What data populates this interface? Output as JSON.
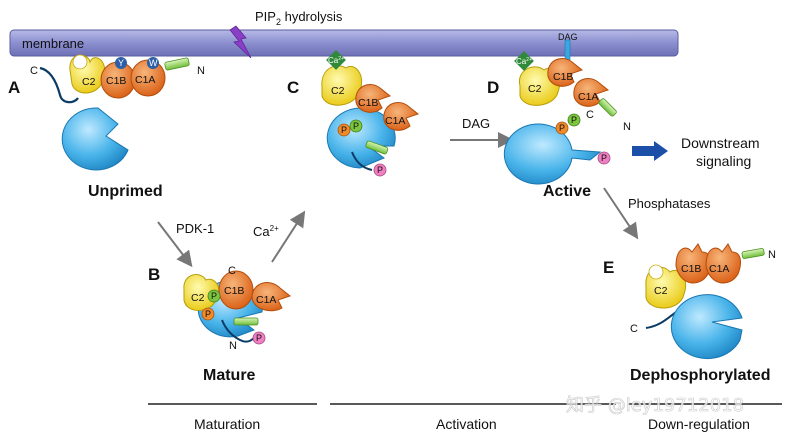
{
  "membrane": {
    "label": "membrane",
    "signal": "PIP",
    "signal_sub": "2",
    "signal_rest": " hydrolysis"
  },
  "panels": {
    "a": "A",
    "b": "B",
    "c": "C",
    "d": "D",
    "e": "E"
  },
  "states": {
    "unprimed": "Unprimed",
    "mature": "Mature",
    "active": "Active",
    "dephosphorylated": "Dephosphorylated"
  },
  "domains": {
    "c2": "C2",
    "c1b": "C1B",
    "c1a": "C1A",
    "c_term": "C",
    "n_term": "N",
    "y": "Y",
    "w": "W",
    "p": "P",
    "ca": "Ca",
    "ca_sup": "2+",
    "dag": "DAG"
  },
  "arrows": {
    "pdk1": "PDK-1",
    "ca2": "Ca",
    "ca2_sup": "2+",
    "dag": "DAG",
    "phosphatases": "Phosphatases",
    "downstream_1": "Downstream",
    "downstream_2": "signaling"
  },
  "stages": {
    "maturation": "Maturation",
    "activation": "Activation",
    "downregulation": "Down-regulation"
  },
  "watermark": "知乎 @ley19712018",
  "colors": {
    "membrane": "#8b8fcf",
    "kinase": "#3aa7e0",
    "c2": "#f3e21a",
    "c1": "#e8741e",
    "phospho_orange": "#f08a2a",
    "phospho_green": "#7cc63e",
    "phospho_pink": "#ee7fc0",
    "ca_diamond": "#2f8a3a",
    "arrow": "#777777",
    "signal_arrow": "#1b4fa8",
    "lightning": "#8a3fc7"
  }
}
